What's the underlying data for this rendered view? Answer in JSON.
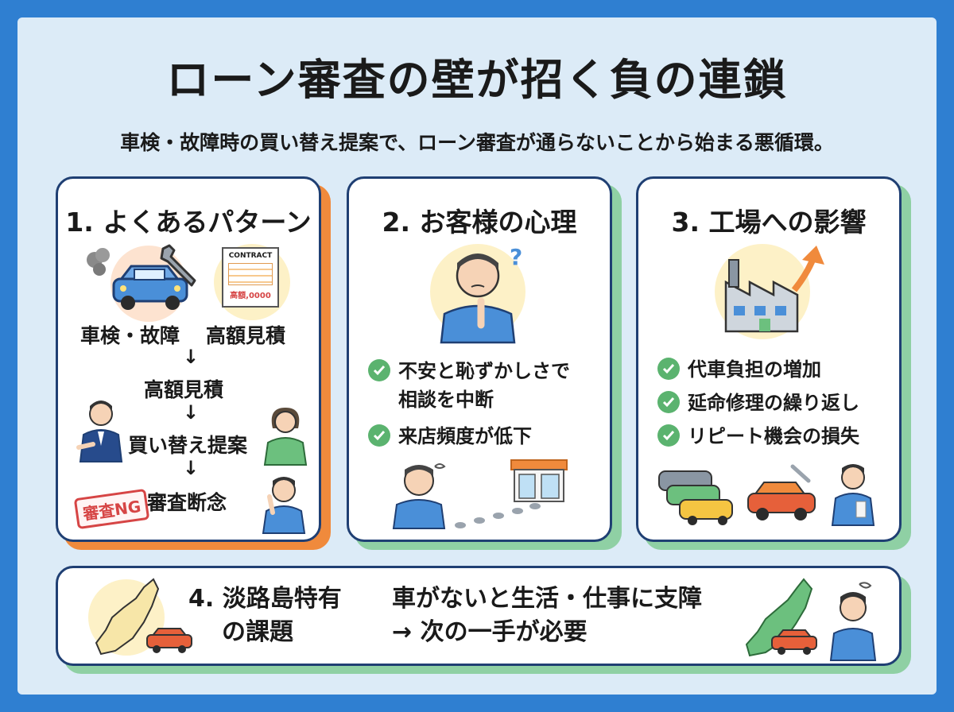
{
  "title": "ローン審査の壁が招く負の連鎖",
  "subtitle": "車検・故障時の買い替え提案で、ローン審査が通らないことから始まる悪循環。",
  "card1": {
    "title": "1. よくあるパターン",
    "label_a": "車検・故障",
    "label_b": "高額見積",
    "step1": "高額見積",
    "step2": "買い替え提案",
    "step3": "審査断念",
    "arrow": "↓",
    "contract_heading": "CONTRACT",
    "contract_amount": "高額,0000",
    "stamp": "審査NG"
  },
  "card2": {
    "title": "2. お客様の心理",
    "checks": [
      "不安と恥ずかしさで\n相談を中断",
      "来店頻度が低下"
    ]
  },
  "card3": {
    "title": "3. 工場への影響",
    "checks": [
      "代車負担の増加",
      "延命修理の繰り返し",
      "リピート機会の損失"
    ]
  },
  "card4": {
    "title_line1": "4. 淡路島特有",
    "title_line2": "の課題",
    "text_line1": "車がないと生活・仕事に支障",
    "text_line2": "→ 次の一手が必要"
  },
  "colors": {
    "border": "#1f3f73",
    "accent_orange": "#f08a3c",
    "accent_green": "#8fd0a4",
    "check_green": "#5bb36f",
    "background": "#dcebf7",
    "frame": "#2f7fd1"
  },
  "icons": [
    "car-icon",
    "wrench-icon",
    "contract-icon",
    "worried-person-icon",
    "factory-icon",
    "up-arrow-icon",
    "check-icon",
    "shop-icon",
    "island-map-icon"
  ]
}
